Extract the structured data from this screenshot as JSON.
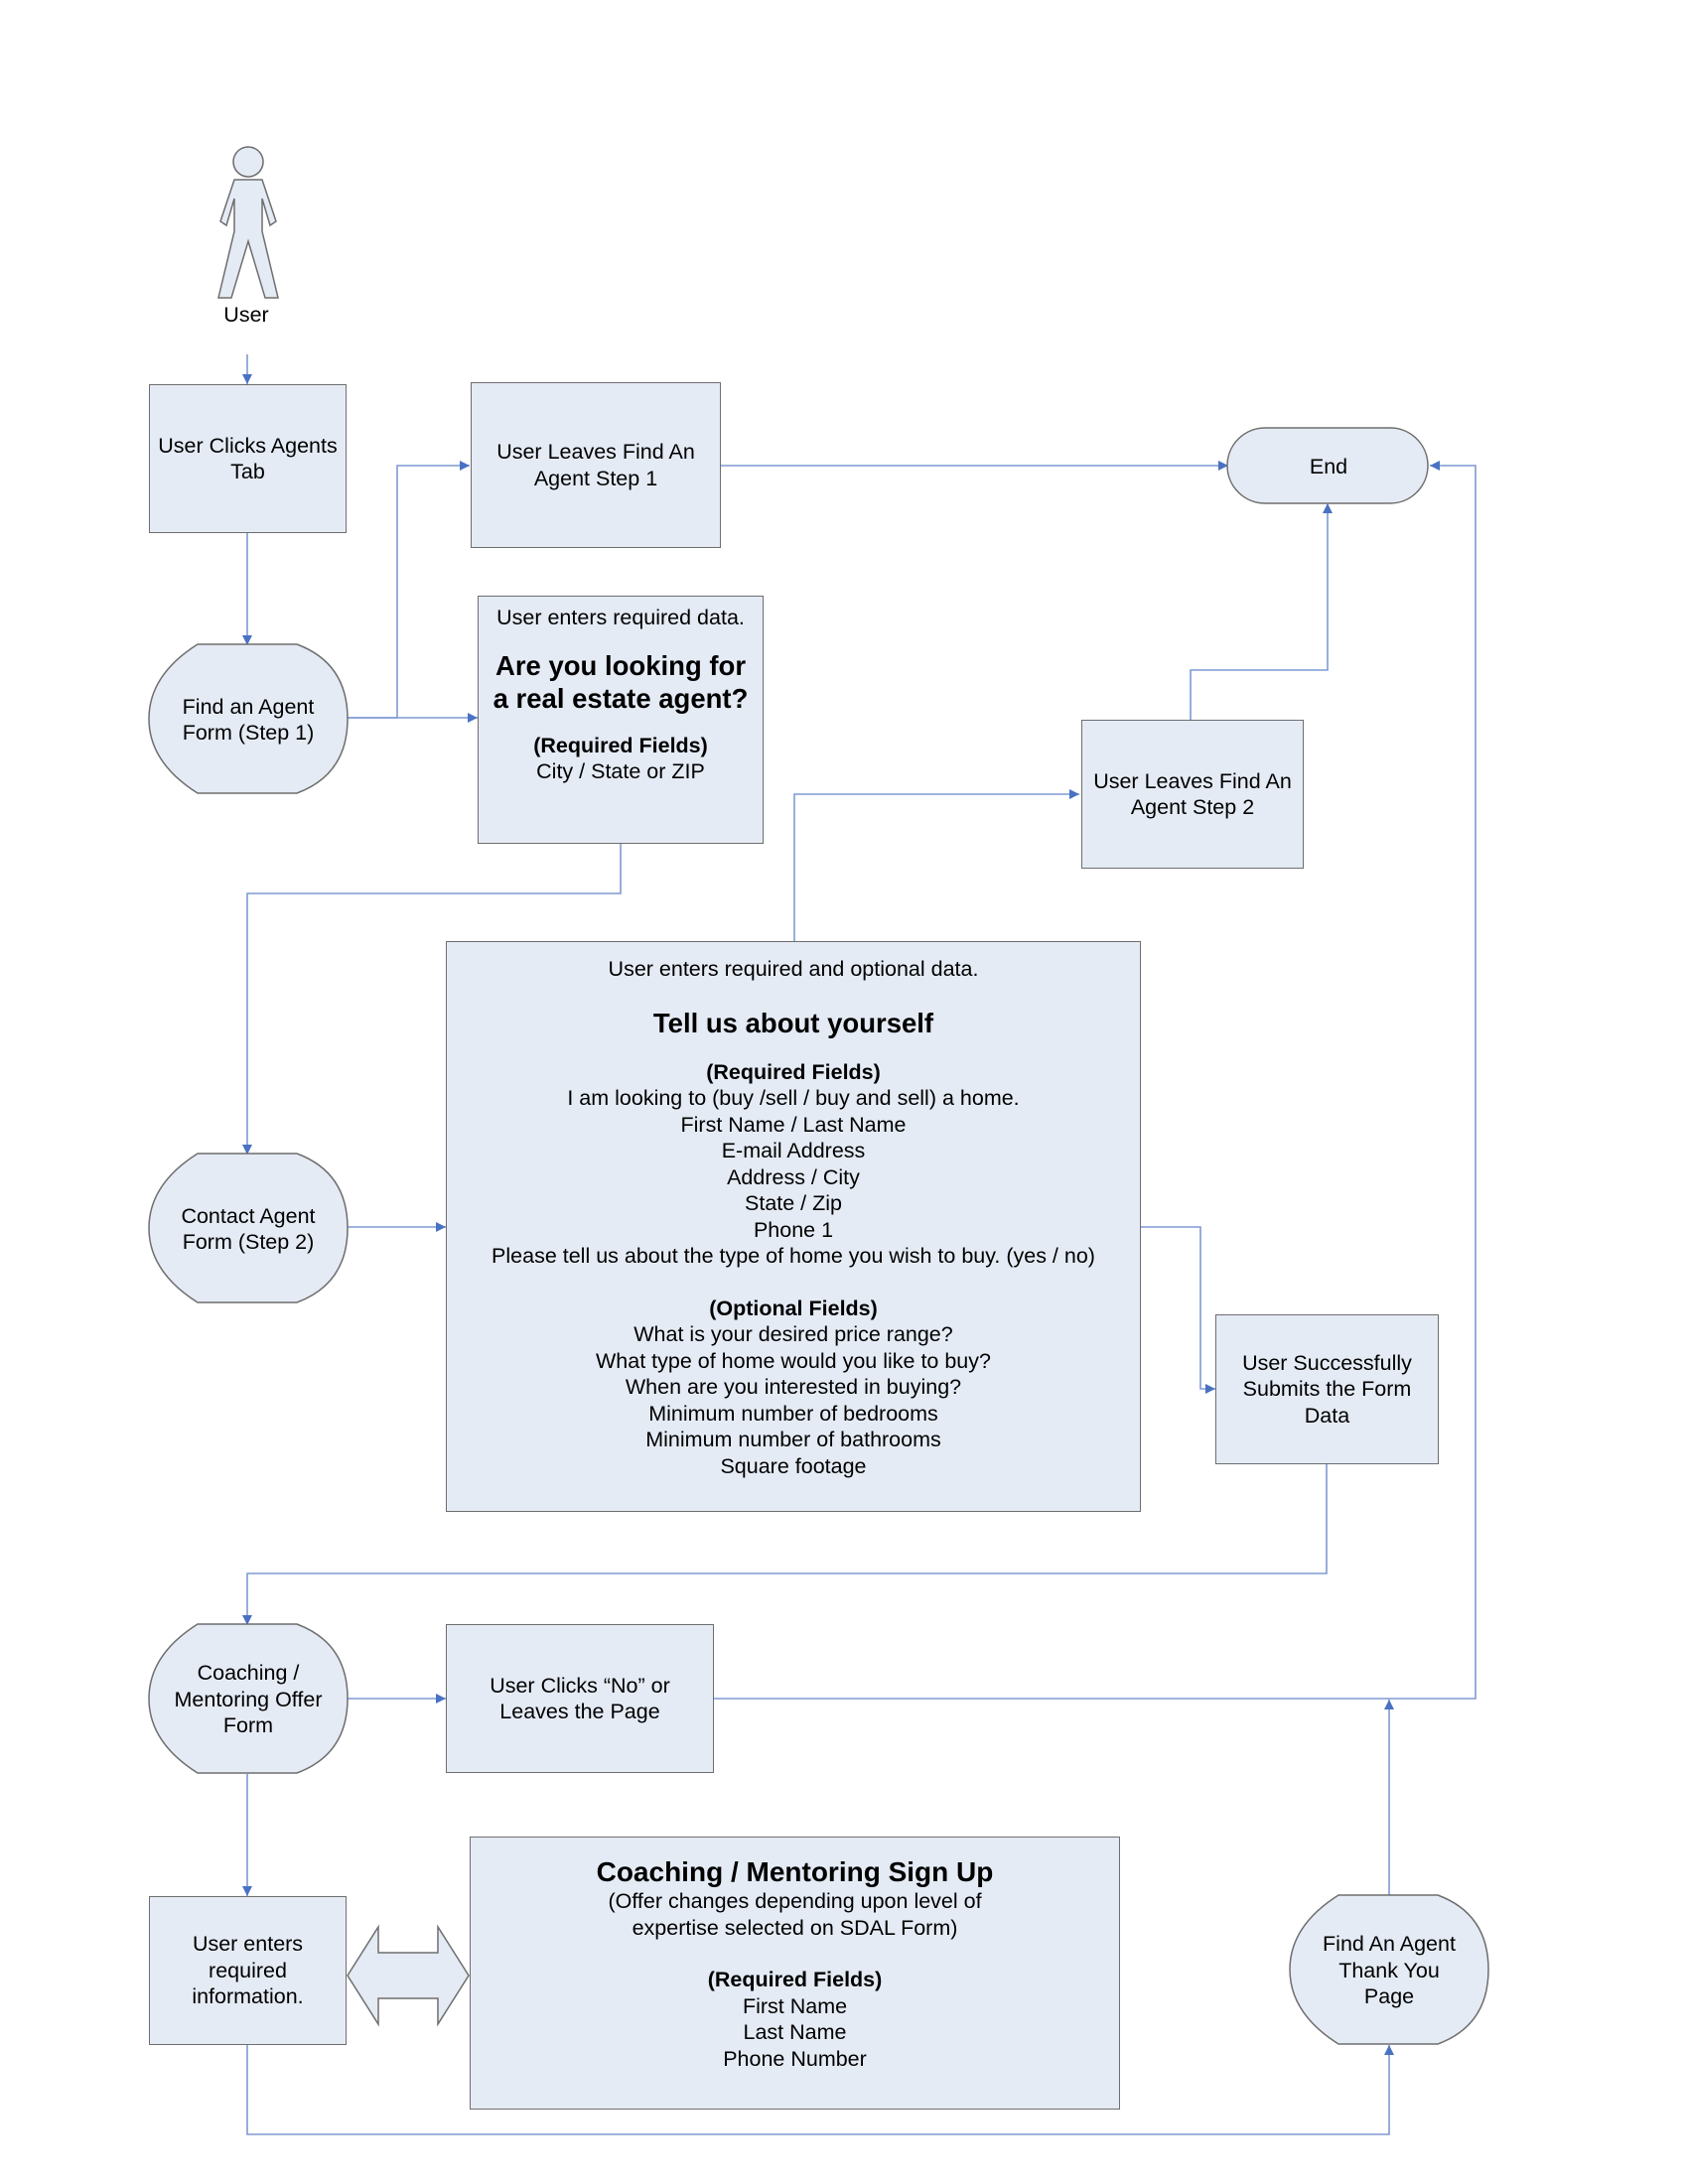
{
  "actor": {
    "label": "User"
  },
  "nodes": {
    "clicks_agents_tab": {
      "text": "User Clicks Agents Tab"
    },
    "find_agent_form": {
      "text": "Find an Agent Form (Step 1)"
    },
    "leaves_step1": {
      "text": "User Leaves Find An Agent Step 1"
    },
    "end": {
      "text": "End"
    },
    "step1_data": {
      "lead": "User enters required data.",
      "heading_line1": "Are you looking for",
      "heading_line2": "a real estate agent?",
      "required_title": "(Required Fields)",
      "required": [
        "City / State or ZIP"
      ]
    },
    "leaves_step2": {
      "text": "User Leaves Find An Agent Step 2"
    },
    "contact_agent_form": {
      "text": "Contact Agent Form (Step 2)"
    },
    "step2_data": {
      "lead": "User enters required and optional data.",
      "heading": "Tell us about yourself",
      "required_title": "(Required Fields)",
      "required": [
        "I am looking to (buy /sell / buy and sell) a home.",
        "First Name / Last Name",
        "E-mail Address",
        "Address / City",
        "State / Zip",
        "Phone 1",
        "Please tell us about the type of home you wish to buy. (yes / no)"
      ],
      "optional_title": "(Optional Fields)",
      "optional": [
        "What is your desired price range?",
        "What type of home would you like to buy?",
        "When are you interested in buying?",
        "Minimum number of bedrooms",
        "Minimum number of bathrooms",
        "Square footage"
      ]
    },
    "submits": {
      "text": "User Successfully Submits the Form Data"
    },
    "coaching_offer": {
      "text": "Coaching / Mentoring Offer Form"
    },
    "clicks_no": {
      "text": "User Clicks “No” or Leaves the Page"
    },
    "enters_info": {
      "text": "User enters required information."
    },
    "signup": {
      "heading": "Coaching / Mentoring Sign Up",
      "sub_line1": "(Offer changes depending upon level of",
      "sub_line2": "expertise selected on SDAL Form)",
      "required_title": "(Required Fields)",
      "required": [
        "First Name",
        "Last Name",
        "Phone Number"
      ]
    },
    "thank_you": {
      "text": "Find An Agent Thank You Page"
    }
  },
  "colors": {
    "box_fill": "#e5ebf5",
    "box_border": "#6e6e6e",
    "connector": "#7f9ad2",
    "arrowhead": "#4a72c2"
  }
}
